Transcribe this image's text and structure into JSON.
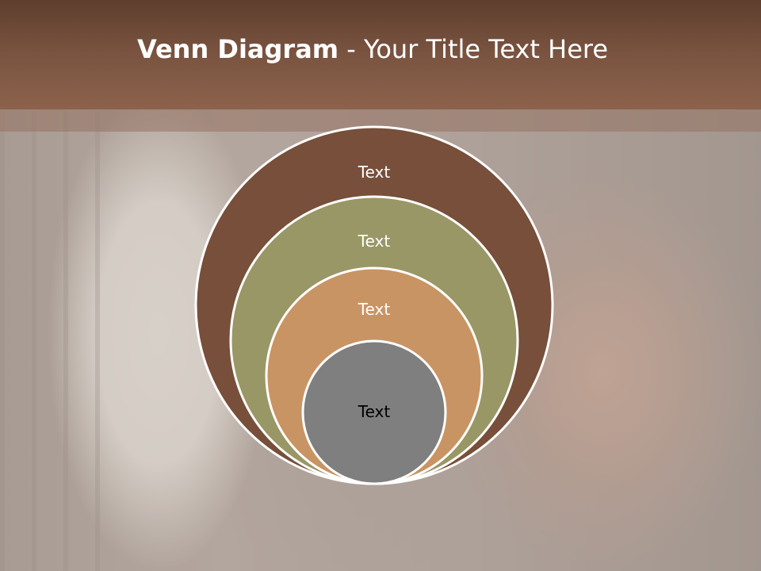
{
  "slide": {
    "title_bold": "Venn Diagram",
    "title_rest": " - Your Title Text Here"
  },
  "diagram": {
    "type": "nested-circles",
    "rings": [
      {
        "label": "Text",
        "color": "#774f3a"
      },
      {
        "label": "Text",
        "color": "#999766"
      },
      {
        "label": "Text",
        "color": "#c99463"
      },
      {
        "label": "Text",
        "color": "#7f7f7f"
      }
    ],
    "stroke_color": "#ffffff"
  }
}
